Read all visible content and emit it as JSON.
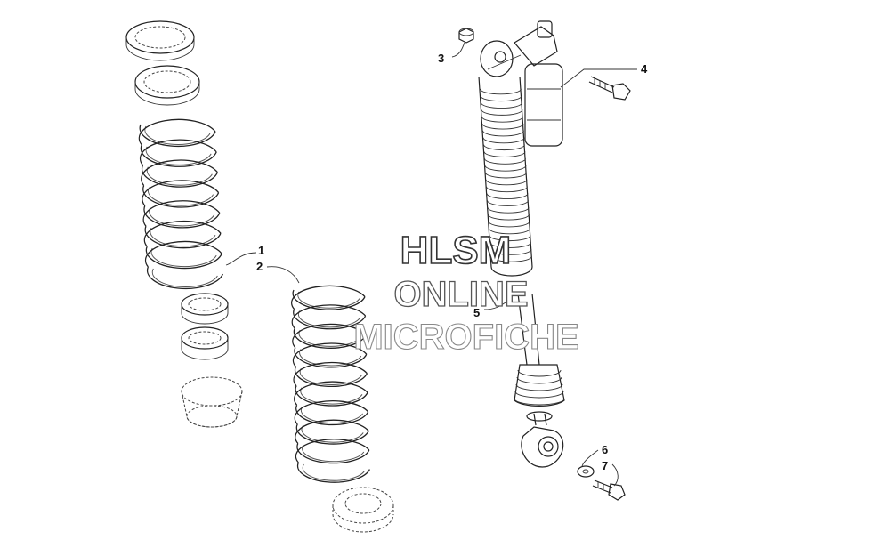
{
  "watermark": {
    "line1": "HLSM",
    "line2": "ONLINE",
    "line3": "MICROFICHE"
  },
  "callouts": [
    {
      "id": "1",
      "label": "1"
    },
    {
      "id": "2",
      "label": "2"
    },
    {
      "id": "3",
      "label": "3"
    },
    {
      "id": "4",
      "label": "4"
    },
    {
      "id": "5",
      "label": "5"
    },
    {
      "id": "6",
      "label": "6"
    },
    {
      "id": "7",
      "label": "7"
    }
  ],
  "colors": {
    "background": "#ffffff",
    "ink": "#222222",
    "watermark_outline": "#444444"
  }
}
